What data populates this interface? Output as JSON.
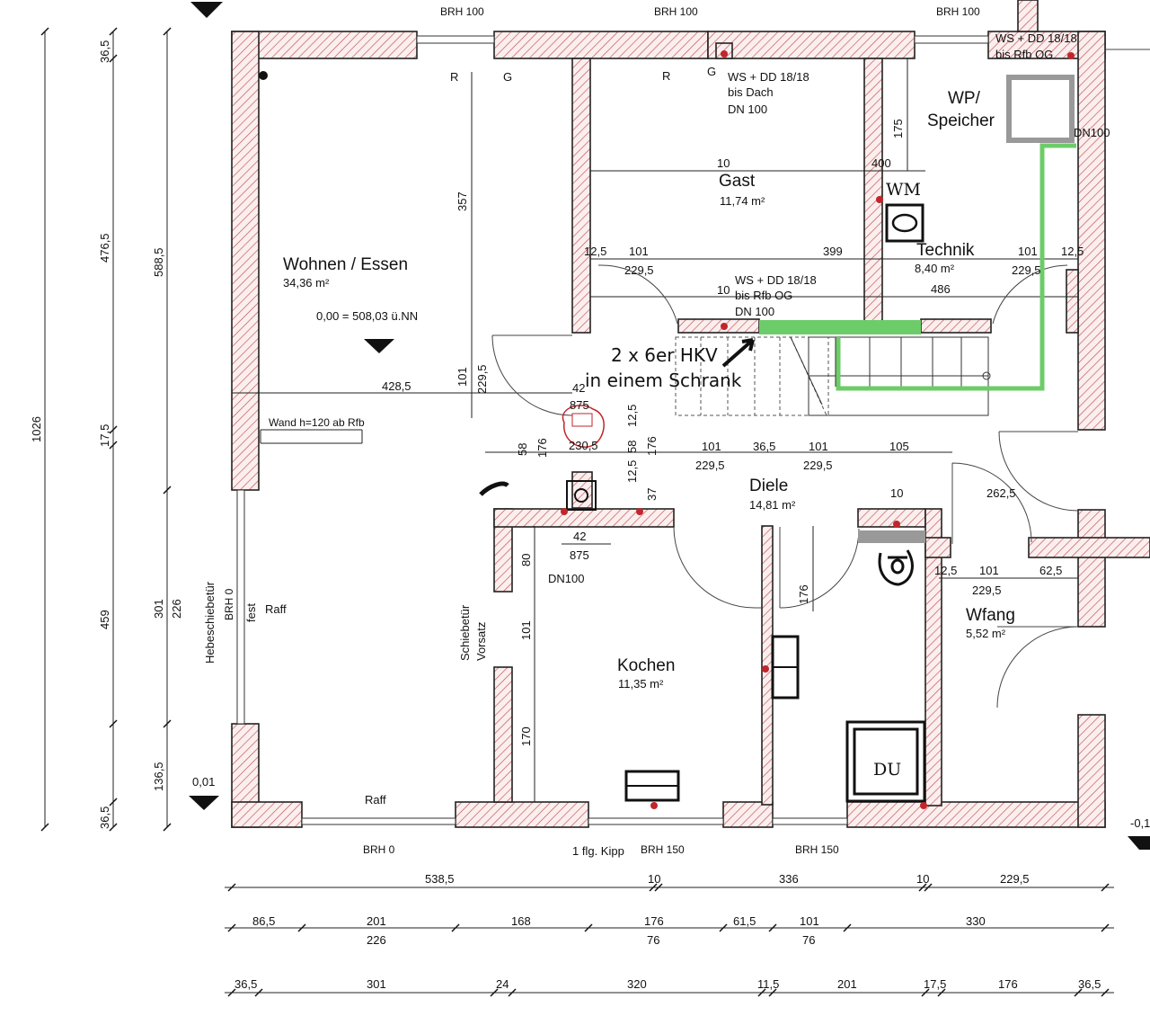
{
  "rooms": {
    "wohnen": {
      "name": "Wohnen / Essen",
      "area": "34,36 m²"
    },
    "gast": {
      "name": "Gast",
      "area": "11,74 m²"
    },
    "technik": {
      "name": "Technik",
      "area": "8,40 m²"
    },
    "wp": {
      "line1": "WP/",
      "line2": "Speicher"
    },
    "diele": {
      "name": "Diele",
      "area": "14,81 m²"
    },
    "kochen": {
      "name": "Kochen",
      "area": "11,35 m²"
    },
    "wfang": {
      "name": "Wfang",
      "area": "5,52 m²"
    }
  },
  "labels": {
    "ws1_l1": "WS + DD 18/18",
    "ws1_l2": "bis Dach",
    "ws1_l3": "DN 100",
    "ws2_l1": "WS + DD 18/18",
    "ws2_l2": "bis Rfb OG",
    "ws2_l3": "DN 100",
    "ws3_l1": "WS + DD 18/18",
    "ws3_l2": "bis Rfb OG",
    "dn100_right": "DN100",
    "dn100_kochen": "DN100",
    "level": "0,00 = 508,03 ü.NN",
    "level2": "0,01",
    "level3": "-0,1",
    "wand": "Wand  h=120 ab Rfb",
    "hebe": "Hebeschiebetür",
    "brh0_v": "BRH 0",
    "fest": "fest",
    "raff1": "Raff",
    "raff2": "Raff",
    "schiebe1": "Schiebetür",
    "schiebe2": "Vorsatz",
    "kipp": "1 flg. Kipp",
    "wm": "WM",
    "du": "DU",
    "hkv_l1": "2 x 6er HKV",
    "hkv_l2": "in einem Schrank",
    "r1": "R",
    "g1": "G",
    "r2": "R",
    "g2": "G",
    "top_brh1": "BRH 100",
    "top_brh2": "BRH 100",
    "top_brh3": "BRH 100",
    "bot_brh1": "BRH 0",
    "bot_brh2": "BRH 150",
    "bot_brh3": "BRH 150"
  },
  "dims": {
    "left_total": "1026",
    "left2_a": "588,5",
    "left2_b": "301",
    "left2_c": "226",
    "left3_a": "36,5",
    "left3_b": "476,5",
    "left3_c": "17,5",
    "left3_d": "459",
    "left3_e": "136,5",
    "left3_f": "36,5",
    "d357": "357",
    "d101a": "101",
    "d229a": "229,5",
    "d4285": "428,5",
    "d125a": "12,5",
    "d101b": "101",
    "d2295b": "229,5",
    "d399": "399",
    "d101c": "101",
    "d2295c": "229,5",
    "d125b": "12,5",
    "d175": "175",
    "d400": "400",
    "d10a": "10",
    "d10b": "10",
    "d486": "486",
    "d42a": "42",
    "d875a": "875",
    "d2305": "230,5",
    "d58a": "58",
    "d176a": "176",
    "d125c": "12,5",
    "d58b": "58",
    "d176b": "176",
    "d125d": "12,5",
    "d37": "37",
    "row_101a": "101",
    "row_2295a": "229,5",
    "row_365": "36,5",
    "row_101b": "101",
    "row_2295b": "229,5",
    "row_105": "105",
    "d42b": "42",
    "d875b": "875",
    "d80": "80",
    "d101d": "101",
    "d170": "170",
    "d10c": "10",
    "d2625": "262,5",
    "d125e": "12,5",
    "d101e": "101",
    "d625": "62,5",
    "d2295e": "229,5",
    "d176c": "176",
    "b1_5385": "538,5",
    "b1_10a": "10",
    "b1_336": "336",
    "b1_10b": "10",
    "b1_2295": "229,5",
    "b2_865": "86,5",
    "b2_201": "201",
    "b2_226": "226",
    "b2_168": "168",
    "b2_176": "176",
    "b2_76a": "76",
    "b2_615": "61,5",
    "b2_101": "101",
    "b2_76b": "76",
    "b2_330": "330",
    "b3_365a": "36,5",
    "b3_301": "301",
    "b3_24": "24",
    "b3_320": "320",
    "b3_115": "11,5",
    "b3_201": "201",
    "b3_175": "17,5",
    "b3_176": "176",
    "b3_365b": "36,5"
  },
  "colors": {
    "hatch": "#c0504d",
    "green": "#6dcc6a",
    "gray": "#999999",
    "marker": "#c0262b"
  }
}
